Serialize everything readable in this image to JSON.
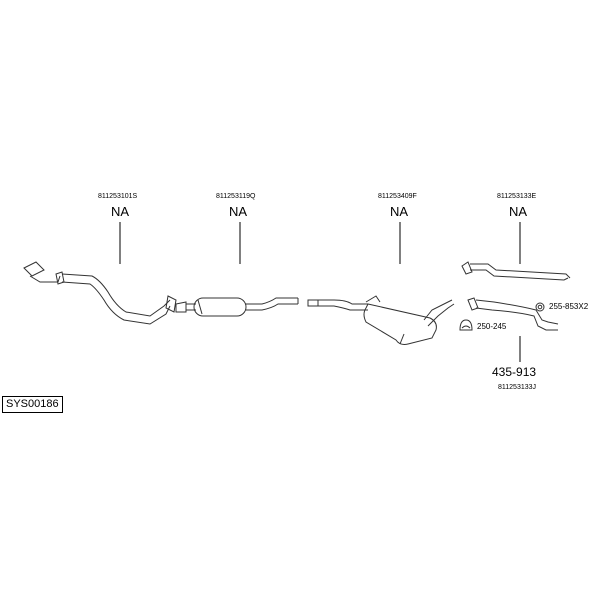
{
  "diagram_id": "SYS00186",
  "parts": [
    {
      "part_number": "811253101S",
      "label": "NA"
    },
    {
      "part_number": "811253119Q",
      "label": "NA"
    },
    {
      "part_number": "811253409F",
      "label": "NA"
    },
    {
      "part_number": "811253133E",
      "label": "NA"
    },
    {
      "part_number": "811253133J",
      "label": "435-913"
    }
  ],
  "accessories": [
    {
      "code": "255-853X2"
    },
    {
      "code": "250-245"
    }
  ]
}
